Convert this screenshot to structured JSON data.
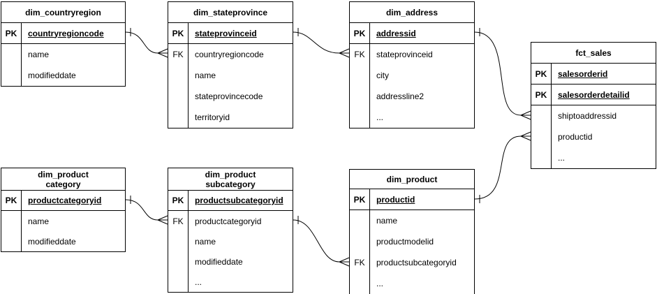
{
  "diagram": {
    "kind": "entity-relationship-diagram",
    "colors": {
      "border": "#000000",
      "background": "#ffffff",
      "text": "#000000"
    },
    "tables": [
      {
        "title_lines": [
          "dim_countryregion"
        ],
        "rows": [
          {
            "key": "PK",
            "name": "countryregioncode",
            "pk": true
          },
          {
            "key": "",
            "name": "name"
          },
          {
            "key": "",
            "name": "modifieddate"
          }
        ]
      },
      {
        "title_lines": [
          "dim_stateprovince"
        ],
        "rows": [
          {
            "key": "PK",
            "name": "stateprovinceid",
            "pk": true
          },
          {
            "key": "FK",
            "name": "countryregioncode"
          },
          {
            "key": "",
            "name": "name"
          },
          {
            "key": "",
            "name": "stateprovincecode"
          },
          {
            "key": "",
            "name": "territoryid"
          }
        ]
      },
      {
        "title_lines": [
          "dim_address"
        ],
        "rows": [
          {
            "key": "PK",
            "name": "addressid",
            "pk": true
          },
          {
            "key": "FK",
            "name": "stateprovinceid"
          },
          {
            "key": "",
            "name": "city"
          },
          {
            "key": "",
            "name": "addressline2"
          },
          {
            "key": "",
            "name": "..."
          }
        ]
      },
      {
        "title_lines": [
          "fct_sales"
        ],
        "rows": [
          {
            "key": "PK",
            "name": "salesorderid",
            "pk": true
          },
          {
            "key": "PK",
            "name": "salesorderdetailid",
            "pk": true
          },
          {
            "key": "",
            "name": "shiptoaddressid"
          },
          {
            "key": "",
            "name": "productid"
          },
          {
            "key": "",
            "name": "..."
          }
        ]
      },
      {
        "title_lines": [
          "dim_product",
          "category"
        ],
        "rows": [
          {
            "key": "PK",
            "name": "productcategoryid",
            "pk": true
          },
          {
            "key": "",
            "name": "name"
          },
          {
            "key": "",
            "name": "modifieddate"
          }
        ]
      },
      {
        "title_lines": [
          "dim_product",
          "subcategory"
        ],
        "rows": [
          {
            "key": "PK",
            "name": "productsubcategoryid",
            "pk": true
          },
          {
            "key": "FK",
            "name": "productcategoryid"
          },
          {
            "key": "",
            "name": "name"
          },
          {
            "key": "",
            "name": "modifieddate"
          },
          {
            "key": "",
            "name": "..."
          }
        ]
      },
      {
        "title_lines": [
          "dim_product"
        ],
        "rows": [
          {
            "key": "PK",
            "name": "productid",
            "pk": true
          },
          {
            "key": "",
            "name": "name"
          },
          {
            "key": "",
            "name": "productmodelid"
          },
          {
            "key": "FK",
            "name": "productsubcategoryid"
          },
          {
            "key": "",
            "name": "..."
          }
        ]
      }
    ],
    "relationships": [
      {
        "from_table": "dim_countryregion",
        "from_column": "countryregioncode",
        "to_table": "dim_stateprovince",
        "to_column": "countryregioncode",
        "cardinality": "one-to-many"
      },
      {
        "from_table": "dim_stateprovince",
        "from_column": "stateprovinceid",
        "to_table": "dim_address",
        "to_column": "stateprovinceid",
        "cardinality": "one-to-many"
      },
      {
        "from_table": "dim_address",
        "from_column": "addressid",
        "to_table": "fct_sales",
        "to_column": "shiptoaddressid",
        "cardinality": "one-to-many"
      },
      {
        "from_table": "dim_product",
        "from_column": "productid",
        "to_table": "fct_sales",
        "to_column": "productid",
        "cardinality": "one-to-many"
      },
      {
        "from_table": "dim_productcategory",
        "from_column": "productcategoryid",
        "to_table": "dim_productsubcategory",
        "to_column": "productcategoryid",
        "cardinality": "one-to-many"
      },
      {
        "from_table": "dim_productsubcategory",
        "from_column": "productsubcategoryid",
        "to_table": "dim_product",
        "to_column": "productsubcategoryid",
        "cardinality": "one-to-many"
      }
    ]
  }
}
